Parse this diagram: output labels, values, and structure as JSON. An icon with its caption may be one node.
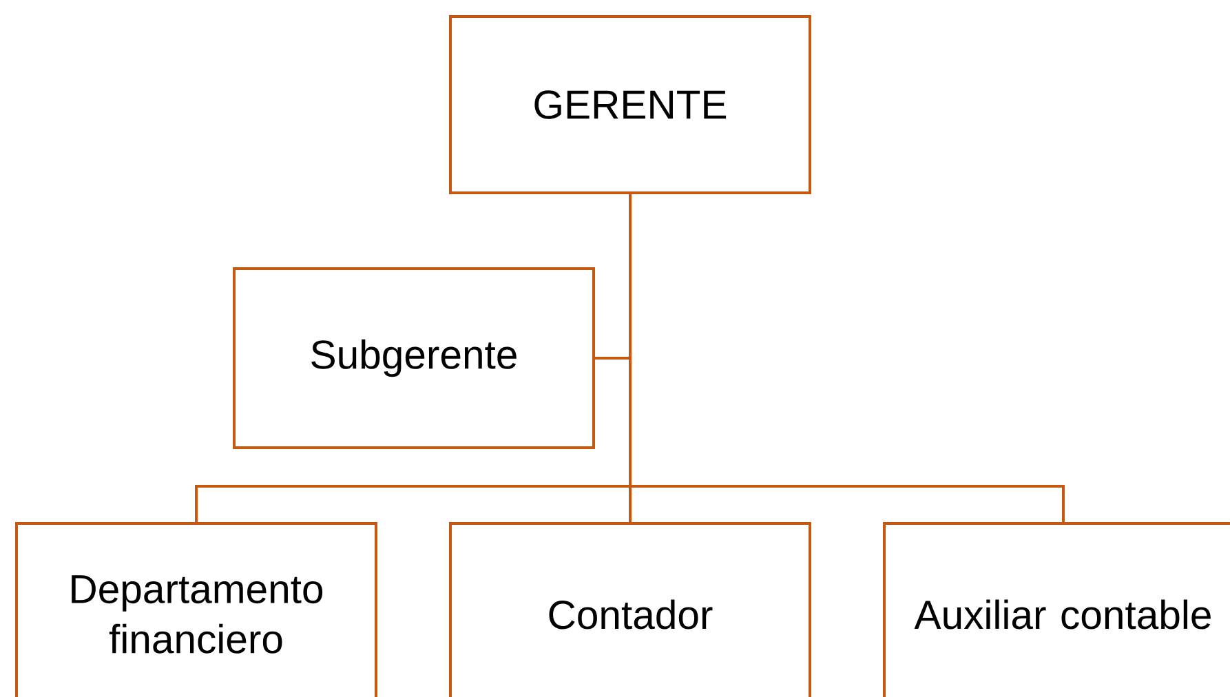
{
  "diagram": {
    "nodes": [
      {
        "text": [
          "GERENTE"
        ]
      },
      {
        "text": [
          "Subgerente"
        ]
      },
      {
        "text": [
          "Departamento financiero"
        ]
      },
      {
        "text": [
          "Contador"
        ]
      },
      {
        "text": [
          "Auxiliar contable"
        ]
      }
    ],
    "edges": [
      {
        "from": 0,
        "to": 1,
        "arrow": "none"
      },
      {
        "from": 0,
        "to": 2,
        "arrow": "none"
      },
      {
        "from": 0,
        "to": 3,
        "arrow": "none"
      },
      {
        "from": 0,
        "to": 4,
        "arrow": "none"
      }
    ]
  }
}
